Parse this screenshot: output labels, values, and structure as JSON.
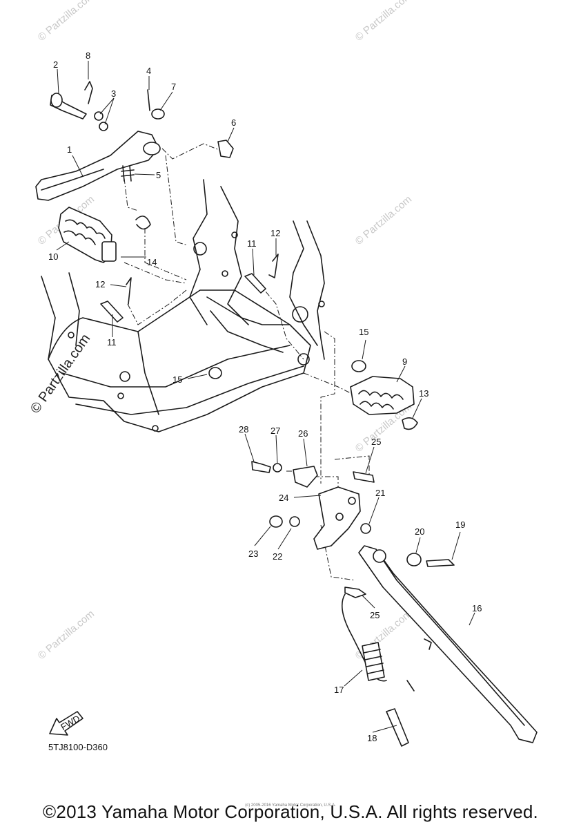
{
  "diagram": {
    "code": "5TJ8100-D360",
    "fwd_label": "FWD",
    "brand": "© Partzilla.com",
    "watermark": "© Partzilla.com",
    "copyright": "©2013 Yamaha Motor Corporation, U.S.A. All rights reserved.",
    "tiny_copyright": "(c) 2005-2016 Yamaha Motor Corporation, U.S.A.",
    "callouts": [
      "1",
      "2",
      "3",
      "4",
      "5",
      "6",
      "7",
      "8",
      "9",
      "10",
      "11",
      "11",
      "12",
      "12",
      "13",
      "14",
      "15",
      "15",
      "16",
      "17",
      "18",
      "19",
      "20",
      "21",
      "22",
      "23",
      "24",
      "25",
      "25",
      "26",
      "27",
      "28"
    ]
  }
}
